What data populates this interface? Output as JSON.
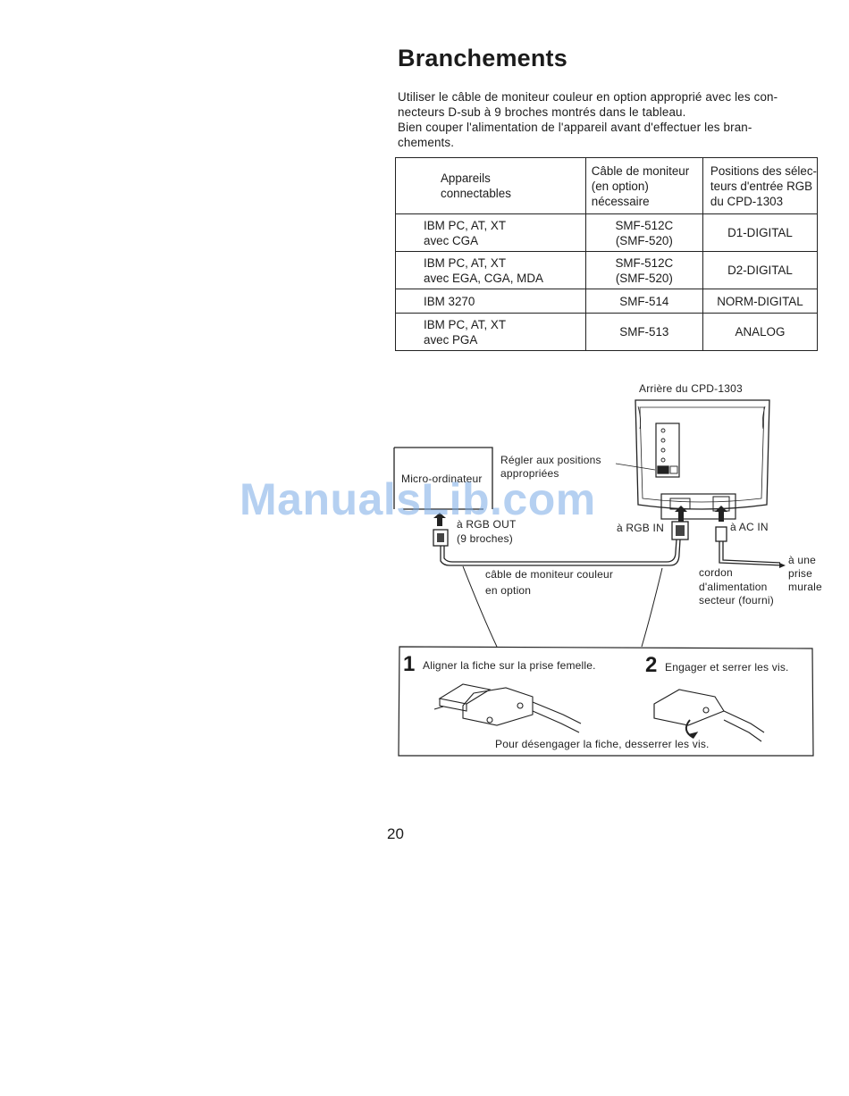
{
  "page": {
    "title": "Branchements",
    "intro": [
      "Utiliser le câble de moniteur couleur en option approprié avec les con-",
      "necteurs D-sub à 9 broches montrés dans le tableau.",
      "Bien couper l'alimentation de l'appareil avant d'effectuer les bran-",
      "chements."
    ],
    "page_number": "20",
    "watermark": "ManualsLib.com"
  },
  "table": {
    "headers": [
      [
        "Appareils",
        "connectables"
      ],
      [
        "Câble de moniteur",
        "(en option)",
        "nécessaire"
      ],
      [
        "Positions des sélec-",
        "teurs d'entrée RGB",
        "du CPD-1303"
      ]
    ],
    "rows": [
      {
        "device": [
          "IBM PC, AT, XT",
          "avec CGA"
        ],
        "cable": [
          "SMF-512C",
          "(SMF-520)"
        ],
        "position": "D1-DIGITAL"
      },
      {
        "device": [
          "IBM PC, AT, XT",
          "avec EGA, CGA, MDA"
        ],
        "cable": [
          "SMF-512C",
          "(SMF-520)"
        ],
        "position": "D2-DIGITAL"
      },
      {
        "device": [
          "IBM 3270"
        ],
        "cable": [
          "SMF-514"
        ],
        "position": "NORM-DIGITAL"
      },
      {
        "device": [
          "IBM PC, AT, XT",
          "avec PGA"
        ],
        "cable": [
          "SMF-513"
        ],
        "position": "ANALOG"
      }
    ]
  },
  "diagram": {
    "rear_label": "Arrière du CPD-1303",
    "computer_label": "Micro-ordinateur",
    "set_positions": [
      "Régler aux positions",
      "appropriées"
    ],
    "rgb_out": [
      "à RGB OUT",
      "(9 broches)"
    ],
    "rgb_in": "à RGB IN",
    "ac_in": "à AC IN",
    "wall_outlet": [
      "à une",
      "prise",
      "murale"
    ],
    "power_cord": [
      "cordon",
      "d'alimentation",
      "secteur (fourni)"
    ],
    "cable_label": [
      "câble de moniteur couleur",
      "en option"
    ],
    "step1_num": "1",
    "step1_text": "Aligner la fiche sur la prise femelle.",
    "step2_num": "2",
    "step2_text": "Engager et serrer les vis.",
    "disengage_text": "Pour désengager la fiche, desserrer les vis."
  }
}
